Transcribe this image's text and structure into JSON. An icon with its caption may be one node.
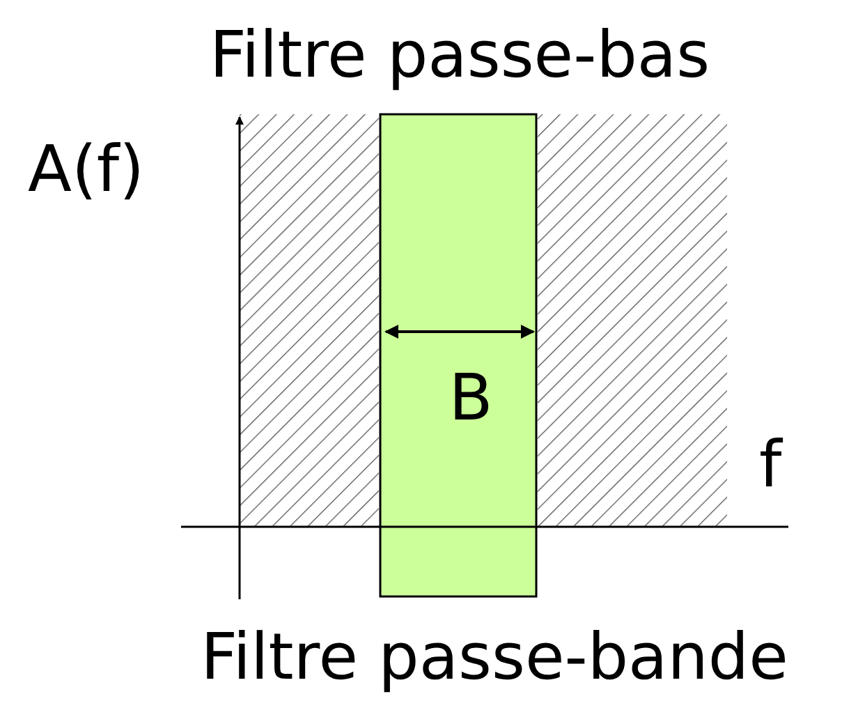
{
  "diagram": {
    "labels": [
      "Filtre passe-bas",
      "A(f)",
      "B",
      "f",
      "Filtre passe-bande"
    ]
  }
}
